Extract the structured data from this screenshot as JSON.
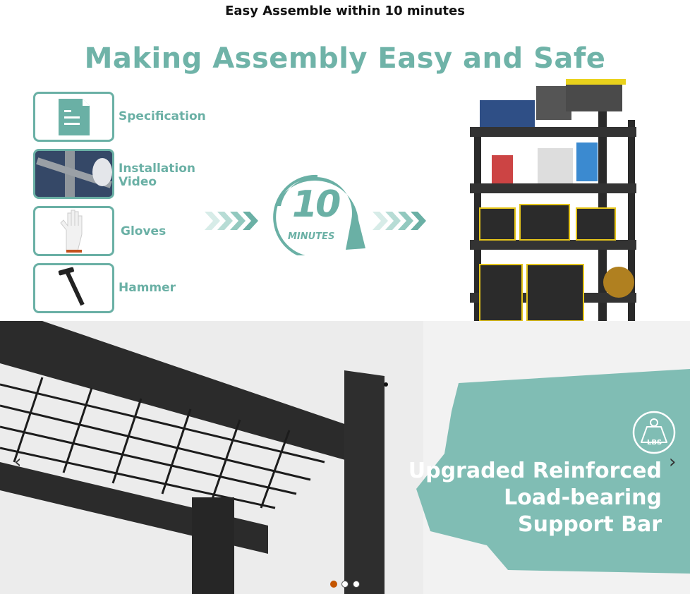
{
  "caption": "Easy Assemble within 10 minutes",
  "slide1": {
    "heading": "Making Assembly Easy and Safe",
    "items": [
      {
        "label": "Specification",
        "icon": "document-icon"
      },
      {
        "label": "Installation Video",
        "icon": "video-thumbnail"
      },
      {
        "label": "Gloves",
        "icon": "glove-icon"
      },
      {
        "label": "Hammer",
        "icon": "hammer-icon"
      }
    ],
    "clock": {
      "number": "10",
      "unit": "MINUTES"
    }
  },
  "slide2": {
    "badge": "LBS",
    "lines": [
      "Upgraded Reinforced",
      "Load-bearing",
      "Support Bar"
    ]
  },
  "carousel": {
    "prev": "‹",
    "next": "›",
    "total_slides": 3,
    "active_index": 0
  },
  "colors": {
    "teal": "#6ab0a5",
    "brush": "#80bdb4",
    "active_dot": "#c45500"
  }
}
